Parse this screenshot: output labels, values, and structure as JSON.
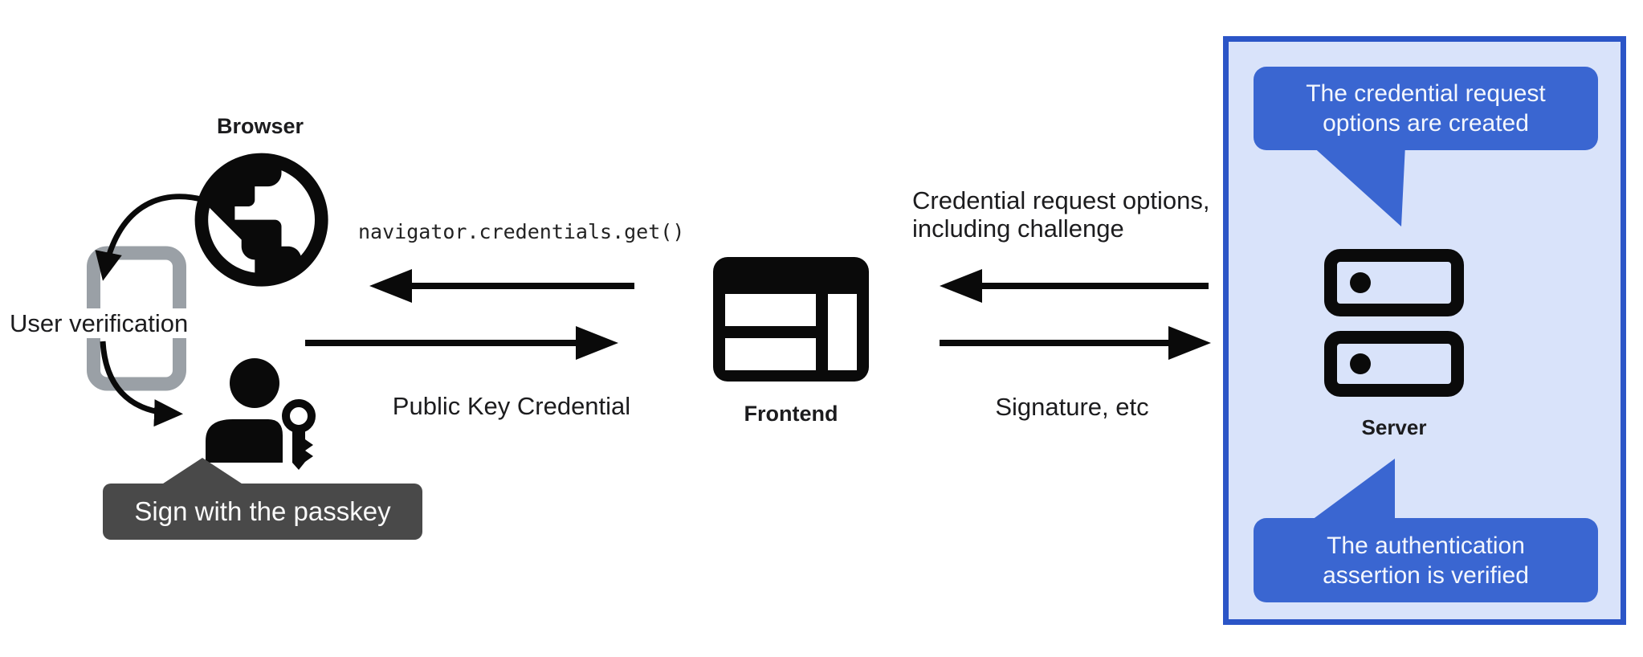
{
  "colors": {
    "icon_black": "#0a0a0a",
    "phone_gray": "#9aa0a6",
    "tooltip_gray": "#494949",
    "bubble_blue": "#3a66d1",
    "panel_fill": "#d9e3fa",
    "panel_border": "#2b55c7",
    "text_black": "#1c1c1e"
  },
  "browser": {
    "label": "Browser",
    "user_verification": "User verification",
    "tooltip": "Sign with the passkey"
  },
  "frontend": {
    "label": "Frontend",
    "api_call": "navigator.credentials.get()",
    "to_frontend_message": "Public Key Credential"
  },
  "server": {
    "label": "Server",
    "request_message_line1": "Credential request options,",
    "request_message_line2": "including challenge",
    "response_message": "Signature, etc",
    "note_top_line1": "The credential request",
    "note_top_line2": "options are created",
    "note_bottom_line1": "The authentication",
    "note_bottom_line2": "assertion is verified"
  }
}
